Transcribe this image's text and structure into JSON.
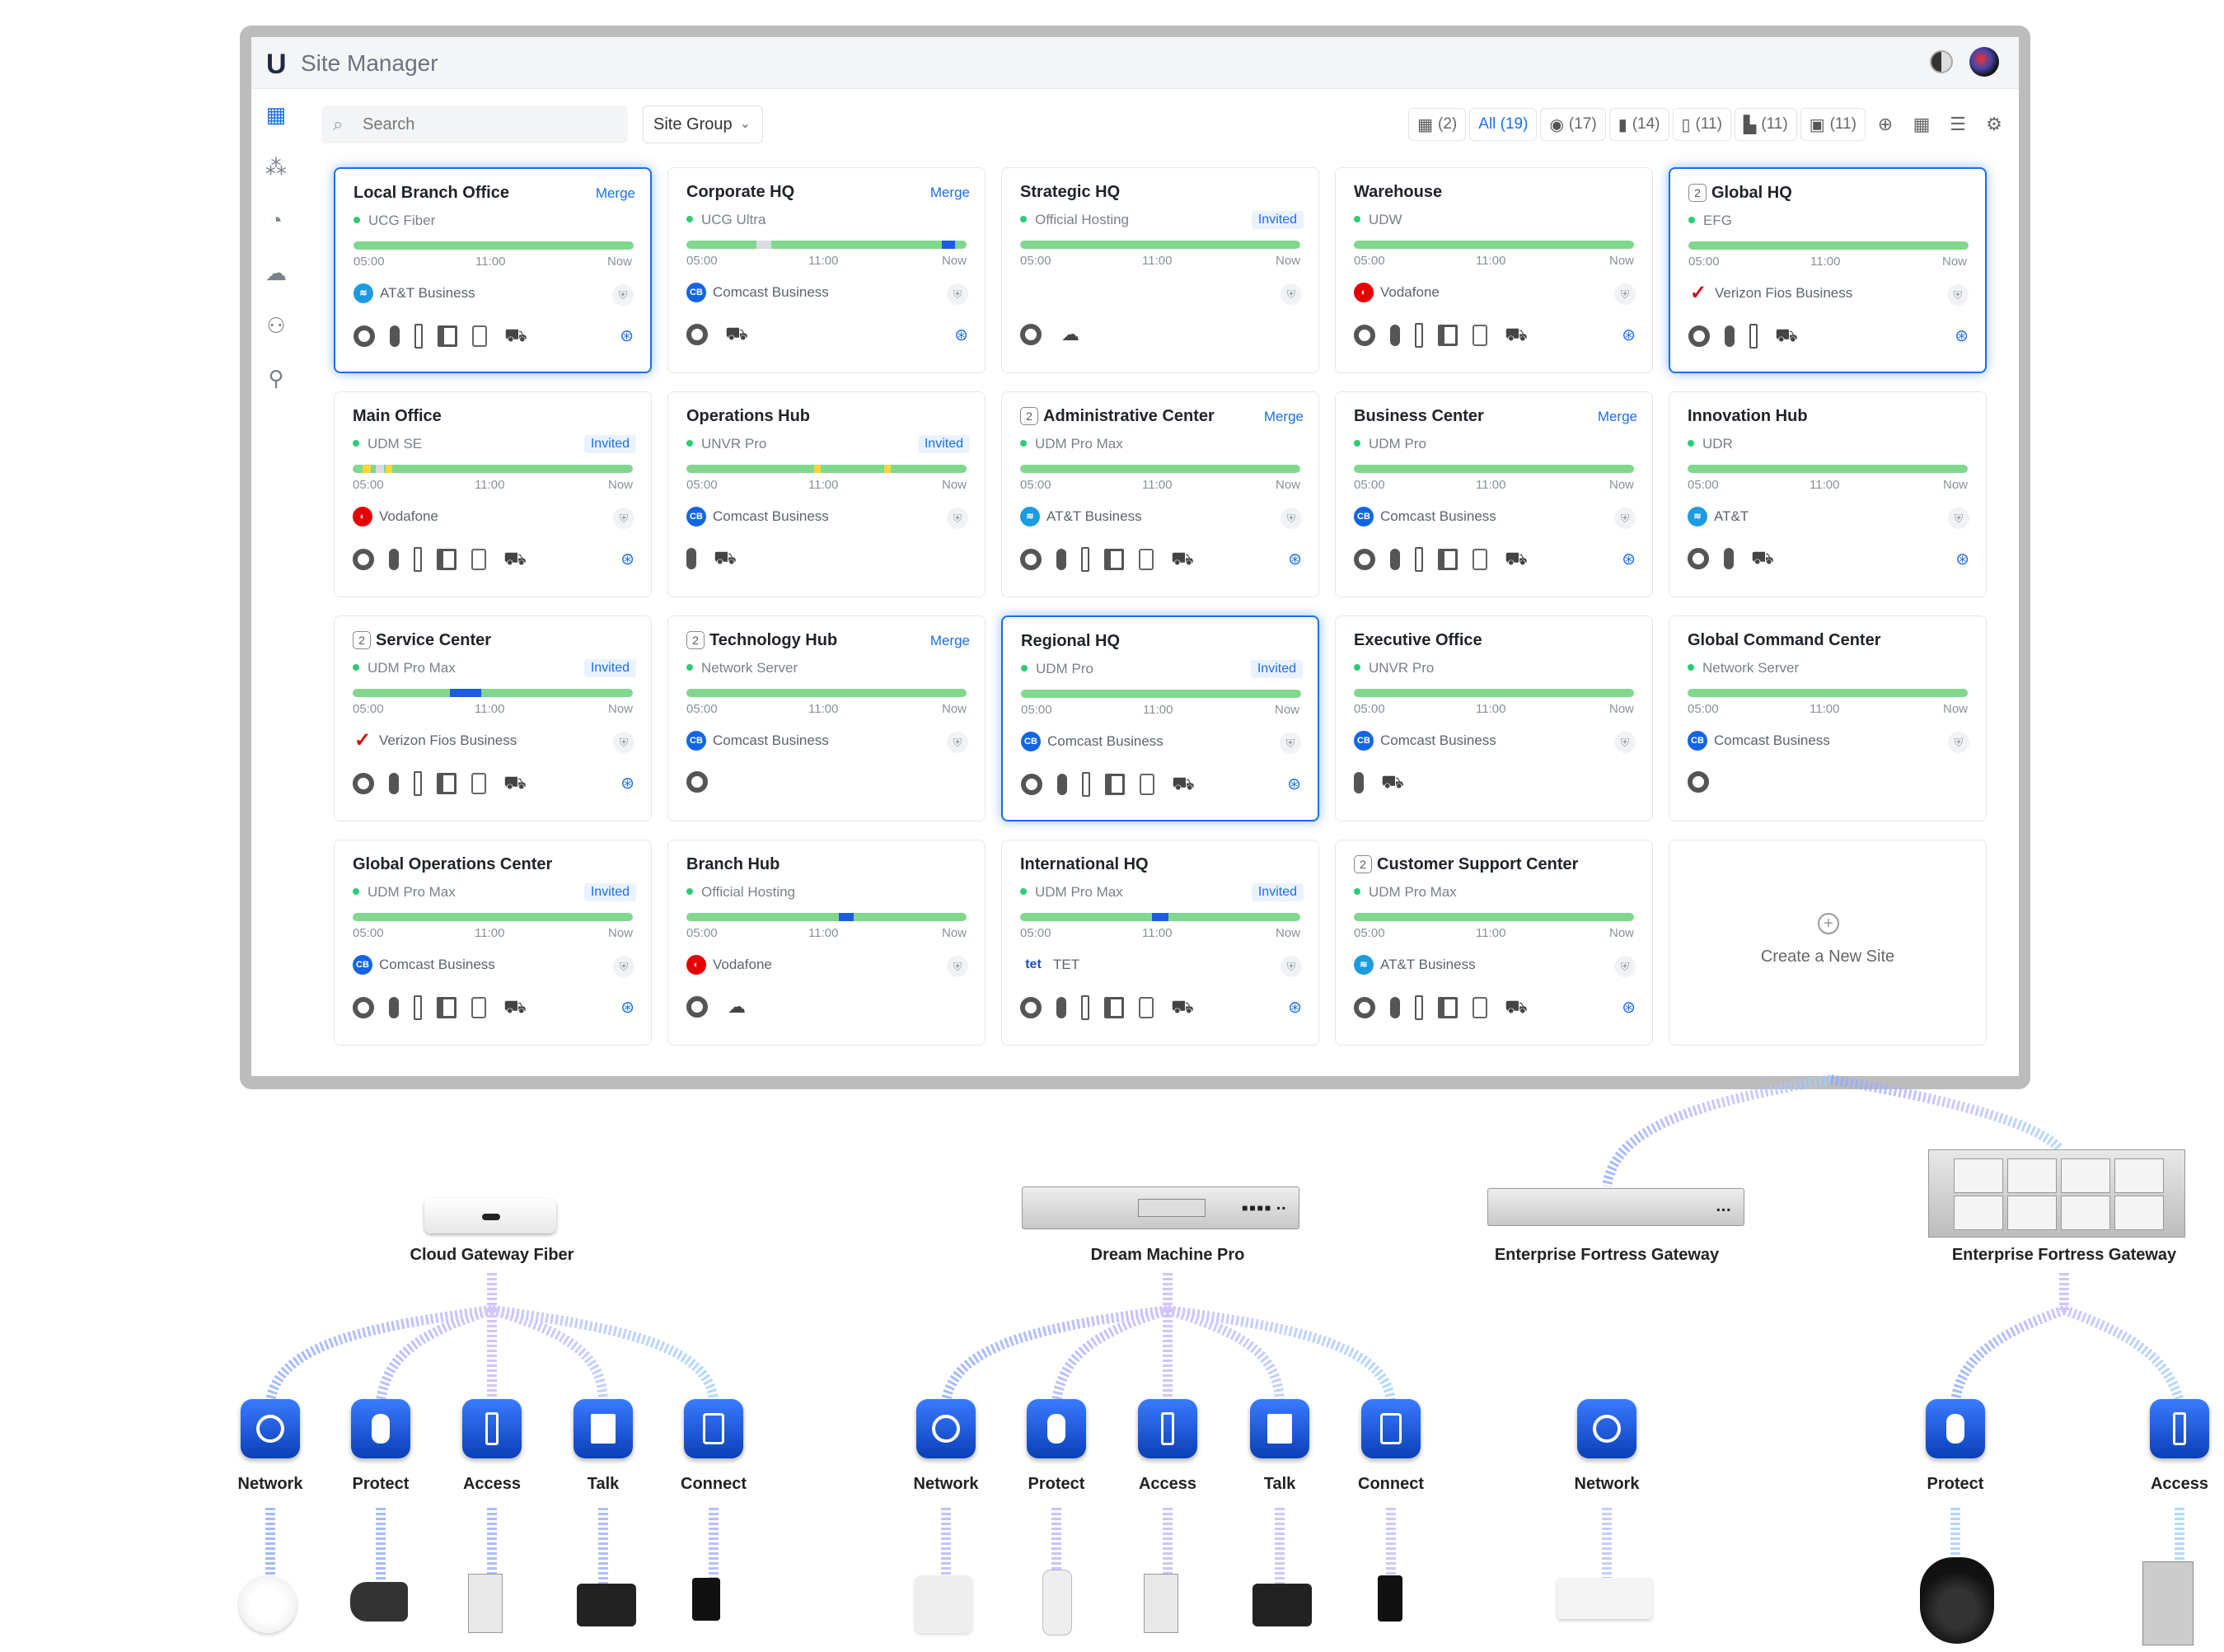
{
  "app": {
    "logo": "U",
    "title": "Site Manager"
  },
  "search": {
    "placeholder": "Search"
  },
  "site_group": {
    "label": "Site Group"
  },
  "filters": [
    {
      "name": "gateway-count",
      "icon": "gateway-icon",
      "glyph": "▦",
      "count": "(2)"
    },
    {
      "name": "all",
      "icon": "",
      "glyph": "",
      "count": "All (19)"
    },
    {
      "name": "network",
      "icon": "network-icon",
      "glyph": "◉",
      "count": "(17)"
    },
    {
      "name": "protect",
      "icon": "protect-icon",
      "glyph": "▮",
      "count": "(14)"
    },
    {
      "name": "access",
      "icon": "access-icon",
      "glyph": "▯",
      "count": "(11)"
    },
    {
      "name": "talk",
      "icon": "talk-icon",
      "glyph": "▙",
      "count": "(11)"
    },
    {
      "name": "connect",
      "icon": "connect-icon",
      "glyph": "▣",
      "count": "(11)"
    }
  ],
  "times": {
    "start": "05:00",
    "mid": "11:00",
    "end": "Now"
  },
  "sites": [
    {
      "name": "Local Branch Office",
      "device": "UCG Fiber",
      "tag": "Merge",
      "tagType": "link",
      "isp": "AT&T Business",
      "ispLogo": "att",
      "selected": true,
      "badge": "",
      "icons": [
        "ring",
        "pill",
        "slim",
        "book",
        "small",
        "car"
      ],
      "net": true,
      "segs": []
    },
    {
      "name": "Corporate HQ",
      "device": "UCG Ultra",
      "tag": "Merge",
      "tagType": "link",
      "isp": "Comcast Business",
      "ispLogo": "cb",
      "selected": false,
      "badge": "",
      "icons": [
        "ring",
        "car"
      ],
      "net": true,
      "segs": [
        {
          "l": 85,
          "w": 18,
          "c": "#d8dde3"
        },
        {
          "l": 310,
          "w": 16,
          "c": "#1a5ee0"
        }
      ]
    },
    {
      "name": "Strategic HQ",
      "device": "Official Hosting",
      "tag": "Invited",
      "tagType": "pill",
      "isp": "",
      "ispLogo": "",
      "selected": false,
      "badge": "",
      "icons": [
        "ring",
        "cloud"
      ],
      "net": false,
      "segs": []
    },
    {
      "name": "Warehouse",
      "device": "UDW",
      "tag": "",
      "tagType": "",
      "isp": "Vodafone",
      "ispLogo": "vf",
      "selected": false,
      "badge": "",
      "icons": [
        "ring",
        "pill",
        "slim",
        "book",
        "small",
        "car"
      ],
      "net": true,
      "segs": []
    },
    {
      "name": "Global HQ",
      "device": "EFG",
      "tag": "",
      "tagType": "",
      "isp": "Verizon Fios Business",
      "ispLogo": "vz",
      "selected": true,
      "badge": "2",
      "icons": [
        "ring",
        "pill",
        "slim",
        "car"
      ],
      "net": true,
      "segs": []
    },
    {
      "name": "Main Office",
      "device": "UDM SE",
      "tag": "Invited",
      "tagType": "pill",
      "isp": "Vodafone",
      "ispLogo": "vf",
      "selected": false,
      "badge": "",
      "icons": [
        "ring",
        "pill",
        "slim",
        "book",
        "small",
        "car"
      ],
      "net": true,
      "segs": [
        {
          "l": 12,
          "w": 10,
          "c": "#ffd33d"
        },
        {
          "l": 28,
          "w": 10,
          "c": "#d8dde3"
        },
        {
          "l": 40,
          "w": 8,
          "c": "#ffd33d"
        }
      ]
    },
    {
      "name": "Operations Hub",
      "device": "UNVR Pro",
      "tag": "Invited",
      "tagType": "pill",
      "isp": "Comcast Business",
      "ispLogo": "cb",
      "selected": false,
      "badge": "",
      "icons": [
        "pill",
        "car"
      ],
      "net": false,
      "segs": [
        {
          "l": 155,
          "w": 8,
          "c": "#ffd33d"
        },
        {
          "l": 240,
          "w": 8,
          "c": "#ffd33d"
        }
      ]
    },
    {
      "name": "Administrative Center",
      "device": "UDM Pro Max",
      "tag": "Merge",
      "tagType": "link",
      "isp": "AT&T Business",
      "ispLogo": "att",
      "selected": false,
      "badge": "2",
      "icons": [
        "ring",
        "pill",
        "slim",
        "book",
        "small",
        "car"
      ],
      "net": true,
      "segs": []
    },
    {
      "name": "Business Center",
      "device": "UDM Pro",
      "tag": "Merge",
      "tagType": "link",
      "isp": "Comcast Business",
      "ispLogo": "cb",
      "selected": false,
      "badge": "",
      "icons": [
        "ring",
        "pill",
        "slim",
        "book",
        "small",
        "car"
      ],
      "net": true,
      "segs": []
    },
    {
      "name": "Innovation Hub",
      "device": "UDR",
      "tag": "",
      "tagType": "",
      "isp": "AT&T",
      "ispLogo": "att",
      "selected": false,
      "badge": "",
      "icons": [
        "ring",
        "pill",
        "car"
      ],
      "net": true,
      "segs": []
    },
    {
      "name": "Service Center",
      "device": "UDM Pro Max",
      "tag": "Invited",
      "tagType": "pill",
      "isp": "Verizon Fios Business",
      "ispLogo": "vz",
      "selected": false,
      "badge": "2",
      "icons": [
        "ring",
        "pill",
        "slim",
        "book",
        "small",
        "car"
      ],
      "net": true,
      "segs": [
        {
          "l": 118,
          "w": 38,
          "c": "#1a5ee0"
        }
      ]
    },
    {
      "name": "Technology Hub",
      "device": "Network Server",
      "tag": "Merge",
      "tagType": "link",
      "isp": "Comcast Business",
      "ispLogo": "cb",
      "selected": false,
      "badge": "2",
      "icons": [
        "ring"
      ],
      "net": false,
      "segs": []
    },
    {
      "name": "Regional HQ",
      "device": "UDM Pro",
      "tag": "Invited",
      "tagType": "pill",
      "isp": "Comcast Business",
      "ispLogo": "cb",
      "selected": true,
      "badge": "",
      "icons": [
        "ring",
        "pill",
        "slim",
        "book",
        "small",
        "car"
      ],
      "net": true,
      "segs": []
    },
    {
      "name": "Executive Office",
      "device": "UNVR Pro",
      "tag": "",
      "tagType": "",
      "isp": "Comcast Business",
      "ispLogo": "cb",
      "selected": false,
      "badge": "",
      "icons": [
        "pill",
        "car"
      ],
      "net": false,
      "segs": []
    },
    {
      "name": "Global Command Center",
      "device": "Network Server",
      "tag": "",
      "tagType": "",
      "isp": "Comcast Business",
      "ispLogo": "cb",
      "selected": false,
      "badge": "",
      "icons": [
        "ring"
      ],
      "net": false,
      "segs": []
    },
    {
      "name": "Global Operations Center",
      "device": "UDM Pro Max",
      "tag": "Invited",
      "tagType": "pill",
      "isp": "Comcast Business",
      "ispLogo": "cb",
      "selected": false,
      "badge": "",
      "icons": [
        "ring",
        "pill",
        "slim",
        "book",
        "small",
        "car"
      ],
      "net": true,
      "segs": []
    },
    {
      "name": "Branch Hub",
      "device": "Official Hosting",
      "tag": "",
      "tagType": "",
      "isp": "Vodafone",
      "ispLogo": "vf",
      "selected": false,
      "badge": "",
      "icons": [
        "ring",
        "cloud"
      ],
      "net": false,
      "segs": [
        {
          "l": 185,
          "w": 18,
          "c": "#1a5ee0"
        }
      ]
    },
    {
      "name": "International HQ",
      "device": "UDM Pro Max",
      "tag": "Invited",
      "tagType": "pill",
      "isp": "TET",
      "ispLogo": "tet",
      "selected": false,
      "badge": "",
      "icons": [
        "ring",
        "pill",
        "slim",
        "book",
        "small",
        "car"
      ],
      "net": true,
      "segs": [
        {
          "l": 160,
          "w": 20,
          "c": "#1a5ee0"
        }
      ]
    },
    {
      "name": "Customer Support Center",
      "device": "UDM Pro Max",
      "tag": "",
      "tagType": "",
      "isp": "AT&T Business",
      "ispLogo": "att",
      "selected": false,
      "badge": "2",
      "icons": [
        "ring",
        "pill",
        "slim",
        "book",
        "small",
        "car"
      ],
      "net": true,
      "segs": []
    }
  ],
  "create_site": {
    "label": "Create a New Site"
  },
  "hardware": [
    {
      "label": "Cloud Gateway Fiber"
    },
    {
      "label": "Dream Machine Pro"
    },
    {
      "label": "Enterprise Fortress Gateway"
    },
    {
      "label": "Enterprise Fortress Gateway"
    }
  ],
  "apps": [
    {
      "label": "Network",
      "type": "netg"
    },
    {
      "label": "Protect",
      "type": "protg"
    },
    {
      "label": "Access",
      "type": "accg"
    },
    {
      "label": "Talk",
      "type": "talkg"
    },
    {
      "label": "Connect",
      "type": "conng"
    },
    {
      "label": "Network",
      "type": "netg"
    },
    {
      "label": "Protect",
      "type": "protg"
    },
    {
      "label": "Access",
      "type": "accg"
    },
    {
      "label": "Talk",
      "type": "talkg"
    },
    {
      "label": "Connect",
      "type": "conng"
    },
    {
      "label": "Network",
      "type": "netg"
    },
    {
      "label": "Protect",
      "type": "protg"
    },
    {
      "label": "Access",
      "type": "accg"
    }
  ],
  "colors": {
    "accent": "#1a6ee8",
    "online": "#7fd88d",
    "offline_segment": "#1a5ee0",
    "warning_segment": "#ffd33d"
  }
}
